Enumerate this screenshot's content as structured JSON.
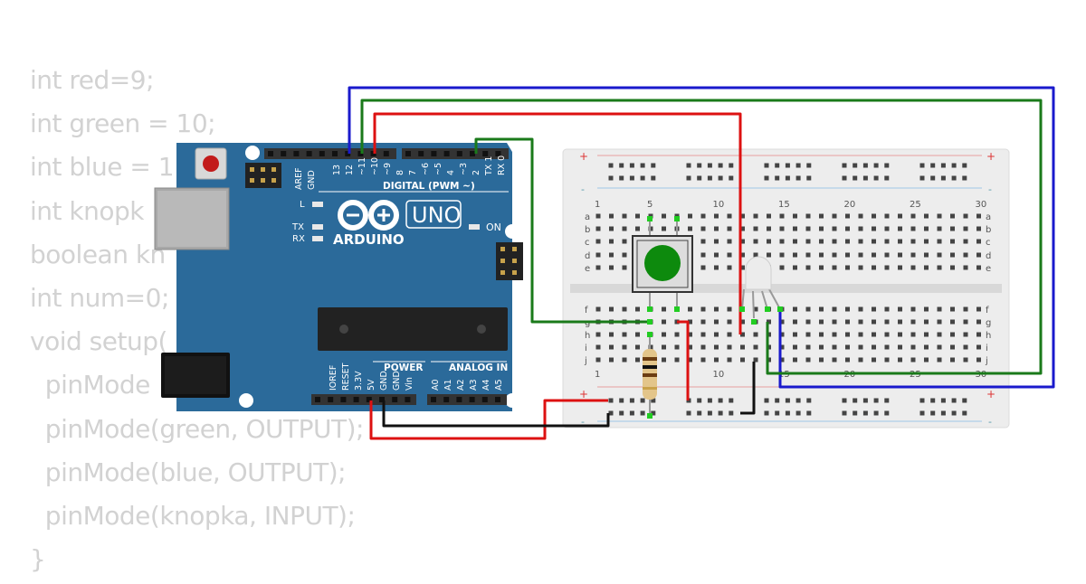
{
  "code_lines": [
    "int red=9;",
    "int green = 10;",
    "int blue = 1",
    "int knopk",
    "boolean kn",
    "int num=0;",
    "void setup(",
    "  pinMode",
    "  pinMode(green, OUTPUT);",
    "  pinMode(blue, OUTPUT);",
    "  pinMode(knopka, INPUT);",
    "}"
  ],
  "arduino": {
    "brand": "ARDUINO",
    "model": "UNO",
    "on_label": "ON",
    "l_label": "L",
    "tx_label": "TX",
    "rx_label": "RX",
    "digital_header": "DIGITAL (PWM ~)",
    "digital_pins": [
      "AREF",
      "GND",
      "13",
      "12",
      "~11",
      "~10",
      "~9",
      "8",
      "7",
      "~6",
      "~5",
      "4",
      "~3",
      "2",
      "TX 1",
      "RX 0"
    ],
    "power_header": "POWER",
    "power_pins": [
      "IOREF",
      "RESET",
      "3.3V",
      "5V",
      "GND",
      "GND",
      "Vin"
    ],
    "analog_header": "ANALOG IN",
    "analog_pins": [
      "A0",
      "A1",
      "A2",
      "A3",
      "A4",
      "A5"
    ],
    "board_color": "#2b6a9a"
  },
  "breadboard": {
    "column_numbers": [
      "1",
      "5",
      "10",
      "15",
      "20",
      "25",
      "30"
    ],
    "row_letters_top": [
      "a",
      "b",
      "c",
      "d",
      "e"
    ],
    "row_letters_bottom": [
      "f",
      "g",
      "h",
      "i",
      "j"
    ],
    "bottom_numbers": [
      "1",
      "10",
      "15",
      "20",
      "25",
      "30"
    ],
    "plus": "+",
    "minus": "-"
  },
  "wires": {
    "blue": "#1a1acc",
    "green": "#1a7a1a",
    "red": "#dd1111",
    "black": "#111111"
  },
  "button_color": "#0d8a0d"
}
